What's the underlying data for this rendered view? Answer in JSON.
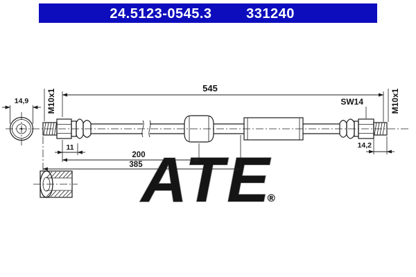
{
  "header": {
    "part_number": "24.5123-0545.3",
    "catalog_number": "331240"
  },
  "labels": {
    "overall_length": "545",
    "left_flange_diameter": "14,9",
    "left_thread": "M10x1",
    "right_thread": "M10x1",
    "wrench_size": "SW14",
    "left_thread_length": "11",
    "to_grommet": "200",
    "to_bracket": "385",
    "right_thread_length": "14,2",
    "watermark": "ATE",
    "watermark_reg": "®"
  },
  "colors": {
    "header_bg": "#0d0dbe",
    "header_text": "#ffffff",
    "line": "#1c1c1c",
    "watermark_fill": "#d8d8d8",
    "watermark_stroke": "#b7b7b7",
    "background": "#ffffff"
  }
}
